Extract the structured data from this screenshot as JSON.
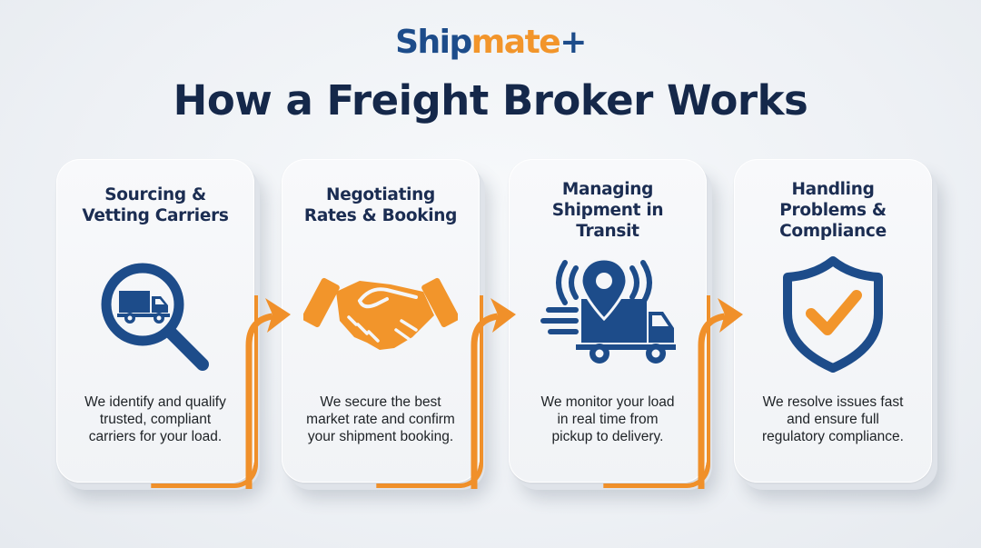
{
  "brand": {
    "part1": "Ship",
    "part2": "mate",
    "part3": "+"
  },
  "title": "How a Freight Broker Works",
  "colors": {
    "navy": "#1d4c8a",
    "orange": "#f2952b",
    "dark_text": "#15284a"
  },
  "steps": [
    {
      "title_lines": [
        "Sourcing &",
        "Vetting Carriers"
      ],
      "icon": "magnifier-truck-icon",
      "desc_lines": [
        "We identify and qualify",
        "trusted, compliant",
        "carriers for your load."
      ]
    },
    {
      "title_lines": [
        "Negotiating",
        "Rates & Booking"
      ],
      "icon": "handshake-icon",
      "desc_lines": [
        "We secure the best",
        "market rate and confirm",
        "your shipment booking."
      ]
    },
    {
      "title_lines": [
        "Managing",
        "Shipment in",
        "Transit"
      ],
      "icon": "tracking-truck-icon",
      "desc_lines": [
        "We monitor your load",
        "in real time from",
        "pickup to delivery."
      ]
    },
    {
      "title_lines": [
        "Handling",
        "Problems &",
        "Compliance"
      ],
      "icon": "shield-check-icon",
      "desc_lines": [
        "We resolve issues fast",
        "and ensure full",
        "regulatory compliance."
      ]
    }
  ]
}
